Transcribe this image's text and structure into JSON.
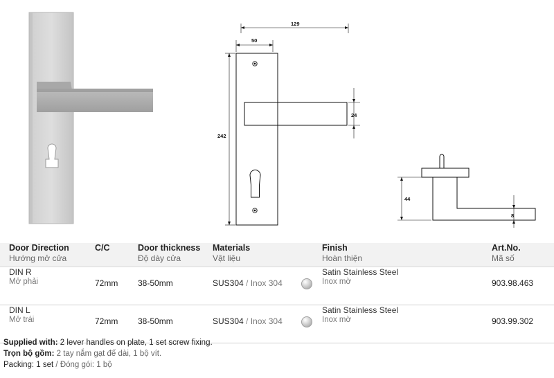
{
  "dimensions": {
    "total_width": "129",
    "plate_width": "50",
    "plate_height": "242",
    "lever_height": "24",
    "projection": "44",
    "lever_thickness": "8"
  },
  "table": {
    "headers": [
      {
        "en": "Door Direction",
        "vn": "Hướng mở cửa"
      },
      {
        "en": "C/C",
        "vn": ""
      },
      {
        "en": "Door thickness",
        "vn": "Độ dày cửa"
      },
      {
        "en": "Materials",
        "vn": "Vật liệu"
      },
      {
        "en": "",
        "vn": ""
      },
      {
        "en": "Finish",
        "vn": "Hoàn thiện"
      },
      {
        "en": "Art.No.",
        "vn": "Mã số"
      }
    ],
    "rows": [
      {
        "direction": "DIN R",
        "direction_vn": "Mở phải",
        "cc": "72mm",
        "thickness": "38-50mm",
        "material": "SUS304",
        "material_sep": " / ",
        "material_vn": "Inox 304",
        "finish": "Satin Stainless Steel",
        "finish_vn": "Inox mờ",
        "art_no": "903.98.463"
      },
      {
        "direction": "DIN L",
        "direction_vn": "Mở trái",
        "cc": "72mm",
        "thickness": "38-50mm",
        "material": "SUS304",
        "material_sep": " / ",
        "material_vn": "Inox 304",
        "finish": "Satin Stainless Steel",
        "finish_vn": "Inox mờ",
        "art_no": "903.99.302"
      }
    ]
  },
  "notes": {
    "supplied_label": "Supplied with:",
    "supplied_text": " 2 lever handles on plate, 1 set screw fixing.",
    "tron_label": "Trọn bộ gồm:",
    "tron_text": " 2 tay nắm gạt đế dài, 1 bộ vít.",
    "packing_en": "Packing: 1 set",
    "packing_sep": " / ",
    "packing_vn": "Đóng gói: 1 bộ"
  }
}
